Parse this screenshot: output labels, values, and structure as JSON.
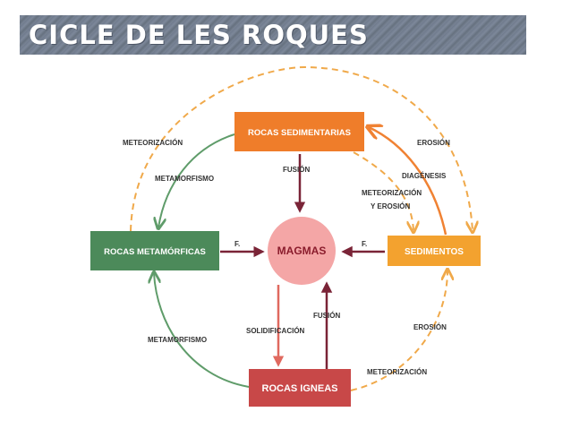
{
  "title": "CICLE DE LES ROQUES",
  "nodes": {
    "sedimentarias": "ROCAS SEDIMENTARIAS",
    "metamorficas": "ROCAS METAMÓRFICAS",
    "magmas": "MAGMAS",
    "sedimentos": "SEDIMENTOS",
    "igneas": "ROCAS IGNEAS"
  },
  "labels": {
    "meteorizacion_tl": "METEORIZACIÓN",
    "metamorfismo_top": "METAMORFISMO",
    "fusion_top": "FUSIÓN",
    "erosion_tr": "EROSIÓN",
    "diagenesis": "DIAGÉNESIS",
    "meteorizacion_mid": "METEORIZACIÓN",
    "y_erosion": "Y   EROSIÓN",
    "f_left": "F.",
    "f_right": "F.",
    "fusion_bottom": "FUSIÓN",
    "solidificacion": "SOLIDIFICACIÓN",
    "metamorfismo_bottom": "METAMORFISMO",
    "erosion_br": "EROSIÓN",
    "meteorizacion_br": "METEORIZACIÓN"
  },
  "colors": {
    "sedimentarias": "#ef7d2a",
    "metamorficas": "#4c8a5a",
    "magmas": "#f4a6a6",
    "sedimentos": "#f3a22f",
    "igneas": "#c84848",
    "green_arrow": "#5f9c6a",
    "orange_dashed": "#f0a94a",
    "dark_arrow": "#7a2437",
    "salmon_arrow": "#e0695f",
    "orange_arrow": "#f08233"
  }
}
